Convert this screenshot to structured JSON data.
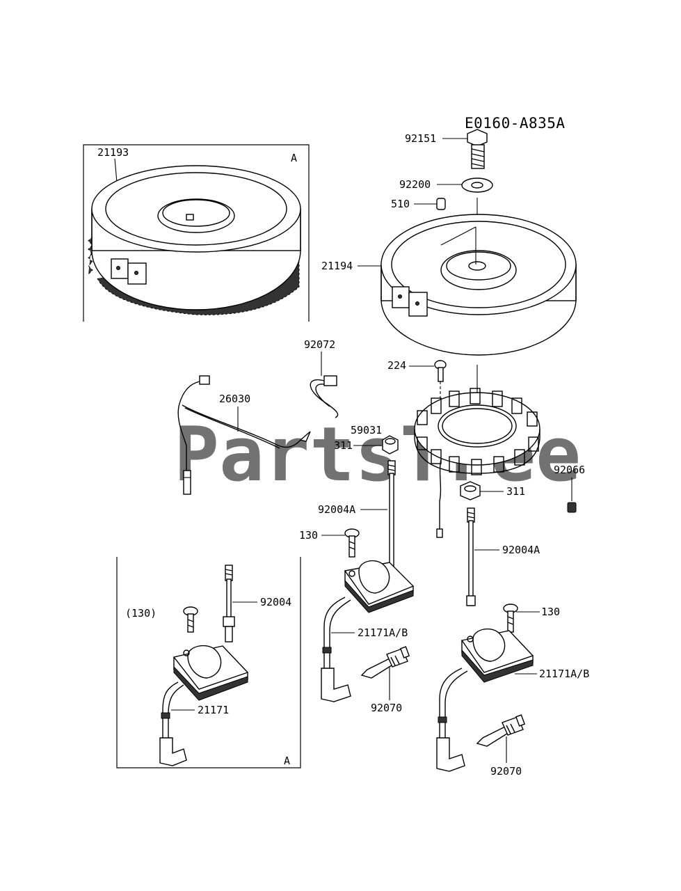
{
  "diagram_code": "E0160-A835A",
  "watermark": "PartsTree",
  "callouts": {
    "p92151": "92151",
    "p92200": "92200",
    "p510": "510",
    "p21194": "21194",
    "p21193": "21193",
    "box_top_a": "A",
    "p92072": "92072",
    "p26030": "26030",
    "p224": "224",
    "p59031": "59031",
    "p311_left": "311",
    "p311_right": "311",
    "p92066": "92066",
    "p92004A_left": "92004A",
    "p92004A_right": "92004A",
    "p130_mid": "130",
    "p130_right": "130",
    "p130_paren": "(130)",
    "p92004": "92004",
    "p21171AB_mid": "21171A/B",
    "p21171AB_right": "21171A/B",
    "p92070_mid": "92070",
    "p92070_right": "92070",
    "p21171": "21171",
    "box_bottom_a": "A"
  }
}
